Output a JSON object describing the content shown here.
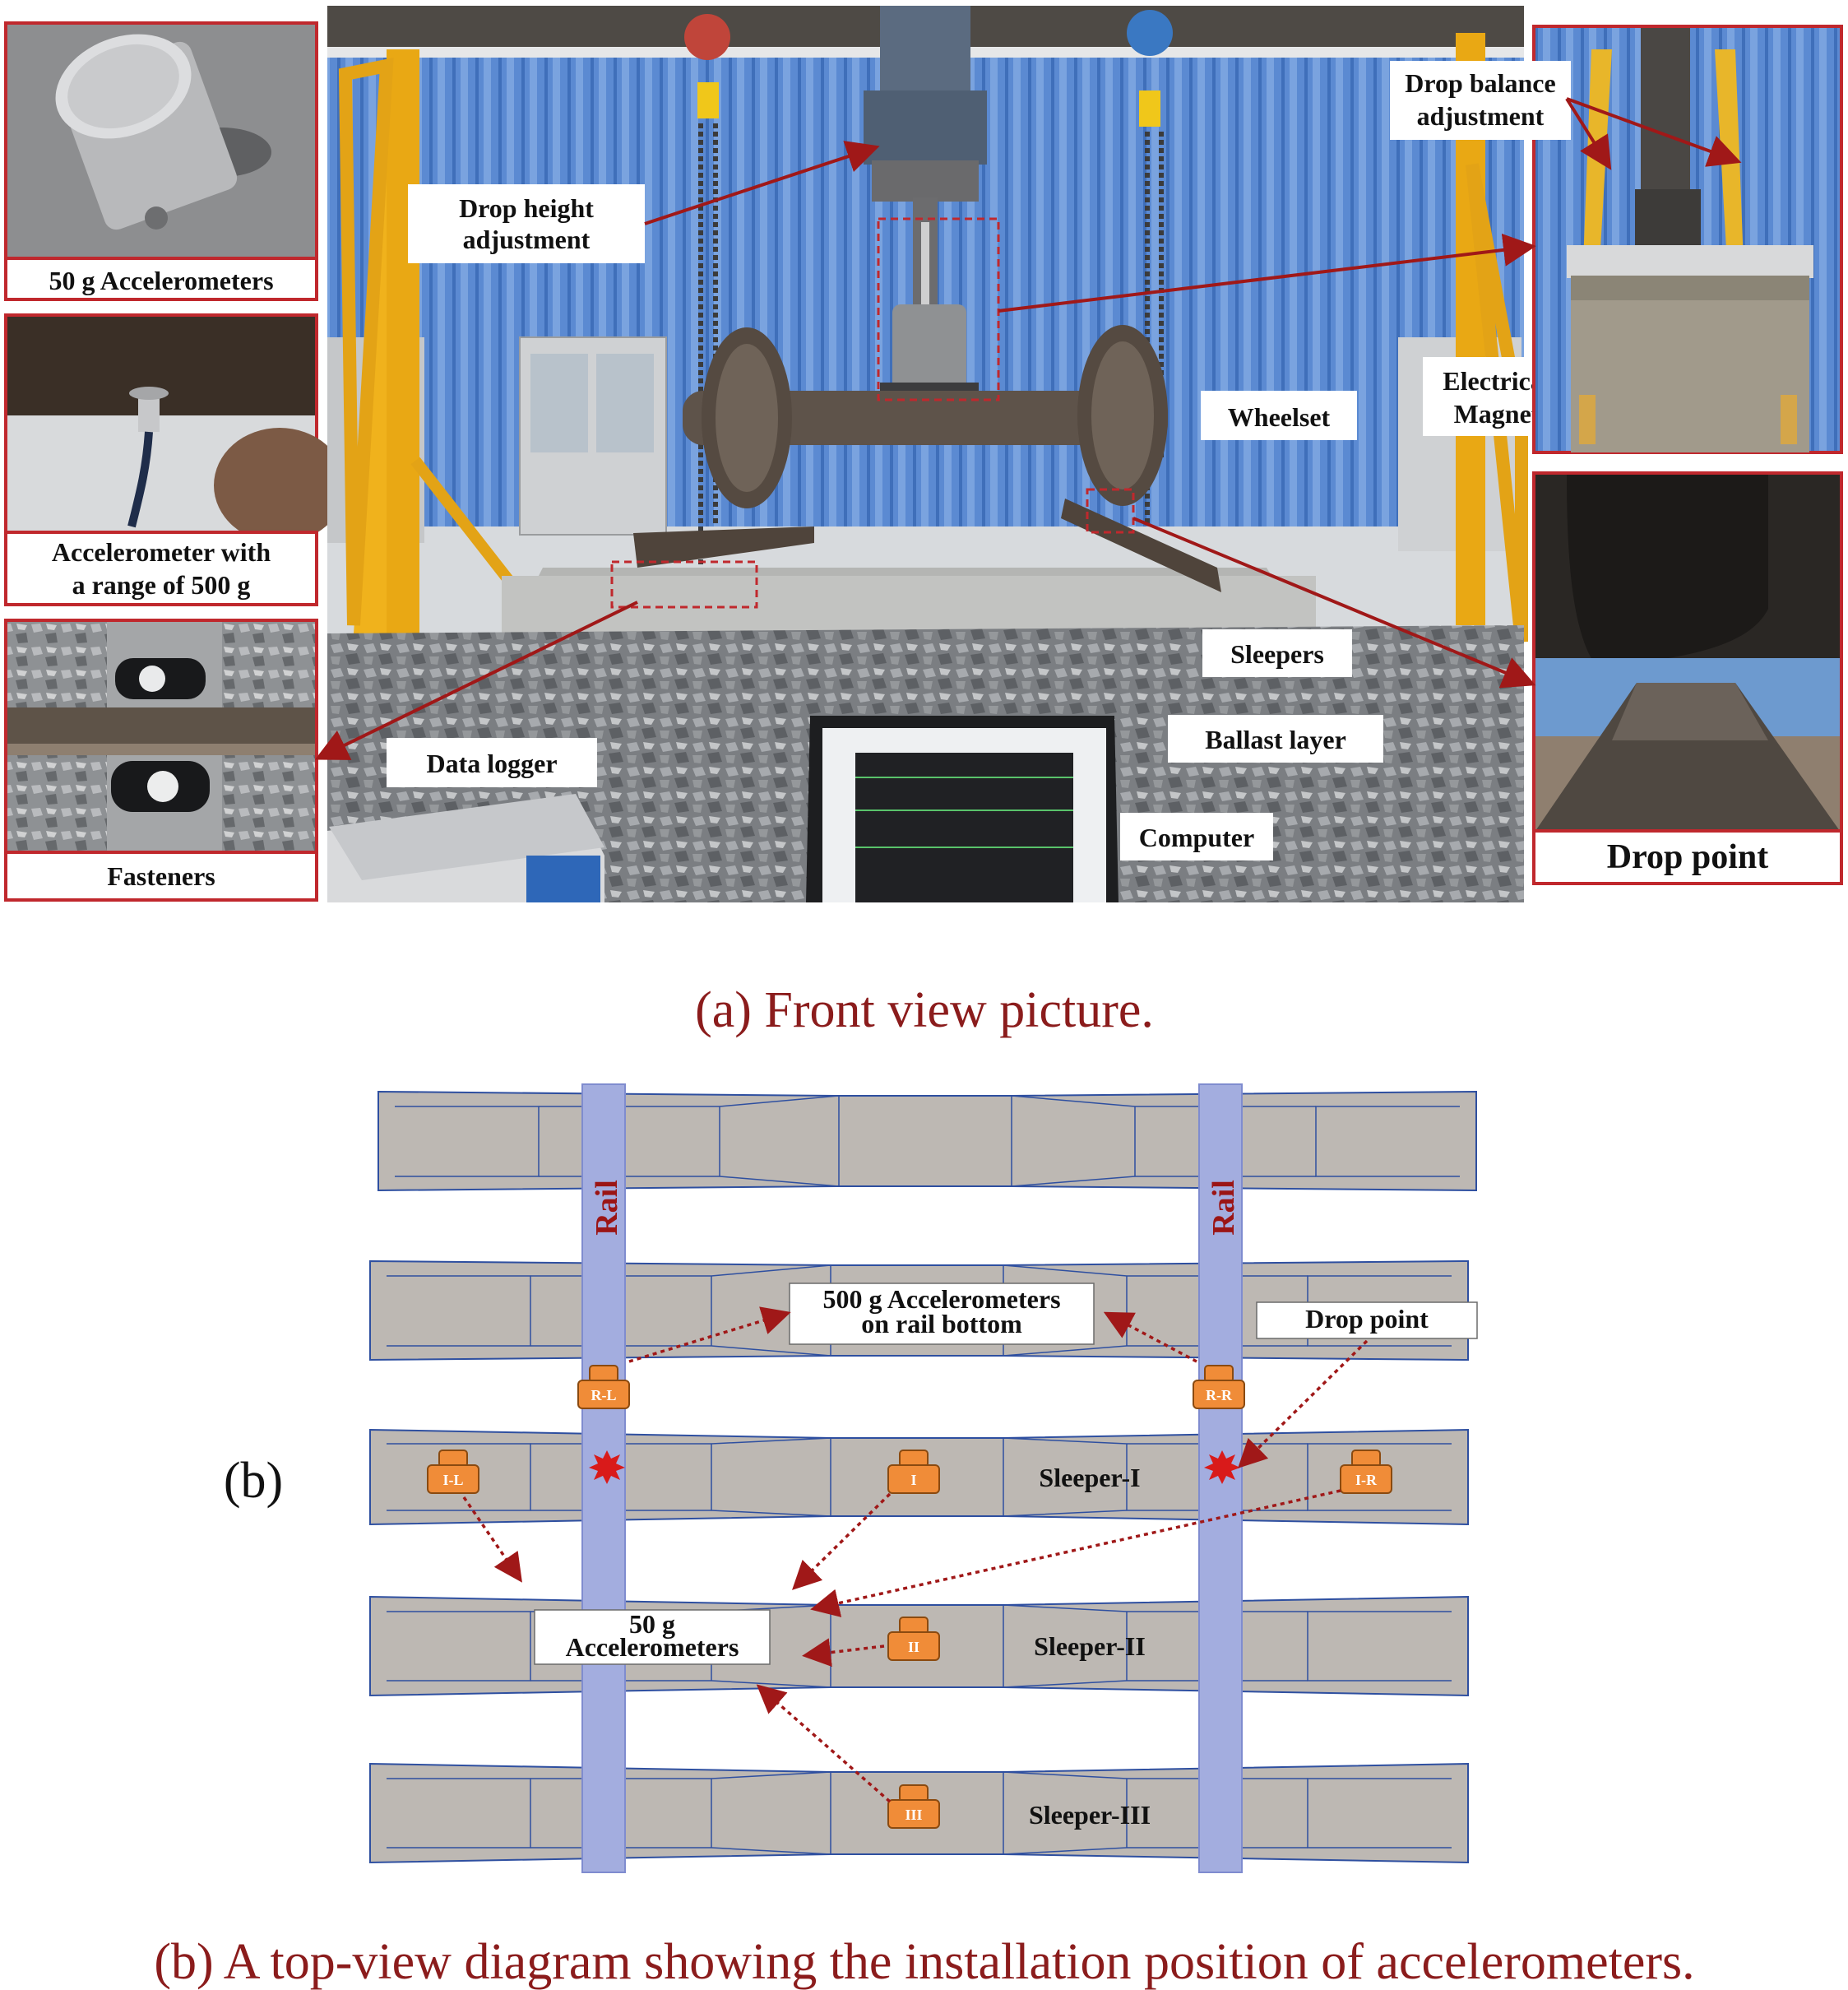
{
  "figure": {
    "photo_panels": {
      "accelerometer_50g_label": "50 g Accelerometers",
      "accelerometer_500g_label_line1": "Accelerometer with",
      "accelerometer_500g_label_line2": "a range of 500 g",
      "fasteners_label": "Fasteners",
      "drop_balance_line1": "Drop balance",
      "drop_balance_line2": "adjustment",
      "drop_point_label": "Drop point"
    },
    "main_photo": {
      "drop_height_line1": "Drop height",
      "drop_height_line2": "adjustment",
      "electrical_line1": "Electrical",
      "electrical_line2": "Magnet",
      "wheelset": "Wheelset",
      "sleepers": "Sleepers",
      "ballast": "Ballast layer",
      "data_logger": "Data logger",
      "computer": "Computer"
    },
    "caption_a": "(a) Front view picture.",
    "panel_b_letter": "(b)",
    "diagram": {
      "rail_left": "Rail",
      "rail_right": "Rail",
      "accel_500g_line1": "500 g Accelerometers",
      "accel_500g_line2": "on rail bottom",
      "drop_point": "Drop point",
      "accel_50g_line1": "50 g",
      "accel_50g_line2": "Accelerometers",
      "sleeper_1": "Sleeper-I",
      "sleeper_2": "Sleeper-II",
      "sleeper_3": "Sleeper-III",
      "sensor_rl": "R-L",
      "sensor_rr": "R-R",
      "sensor_il": "I-L",
      "sensor_i": "I",
      "sensor_ir": "I-R",
      "sensor_ii": "II",
      "sensor_iii": "III"
    },
    "caption_b": "(b) A top-view diagram showing the installation position of accelerometers."
  }
}
